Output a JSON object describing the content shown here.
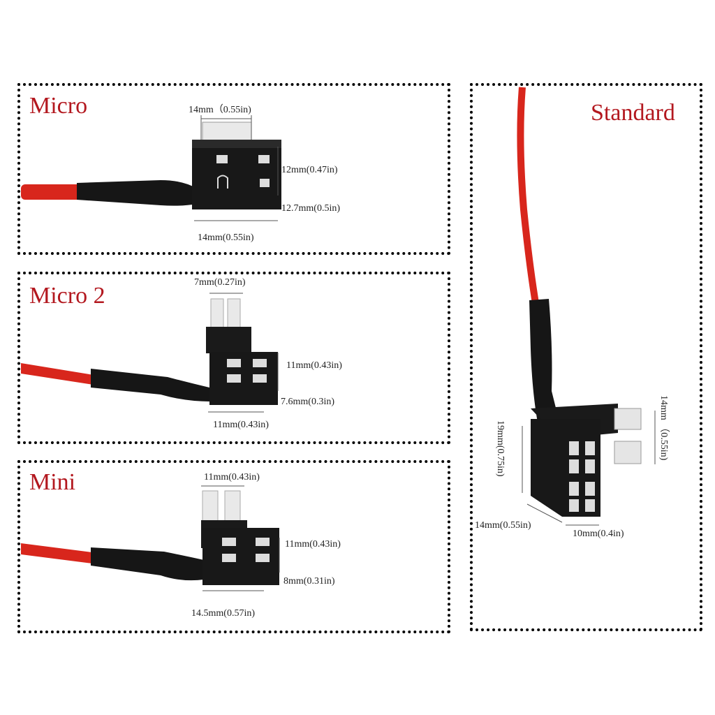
{
  "panels": {
    "micro": {
      "title": "Micro",
      "top_width": "14mm（0.55in)",
      "height": "12mm(0.47in)",
      "depth": "12.7mm(0.5in)",
      "bottom_width": "14mm(0.55in)"
    },
    "micro2": {
      "title": "Micro 2",
      "top_width": "7mm(0.27in)",
      "height": "11mm(0.43in)",
      "depth": "7.6mm(0.3in)",
      "bottom_width": "11mm(0.43in)"
    },
    "mini": {
      "title": "Mini",
      "top_width": "11mm(0.43in)",
      "height": "11mm(0.43in)",
      "depth": "8mm(0.31in)",
      "bottom_width": "14.5mm(0.57in)"
    },
    "standard": {
      "title": "Standard",
      "blade_height": "14mm （0.55in)",
      "body_height": "19mm(0.75in)",
      "bottom_left": "14mm(0.55in)",
      "bottom_right": "10mm(0.4in)"
    }
  },
  "colors": {
    "title": "#b3181f",
    "wire": "#d8261c",
    "housing": "#151515",
    "blade": "#e8e8e8"
  }
}
